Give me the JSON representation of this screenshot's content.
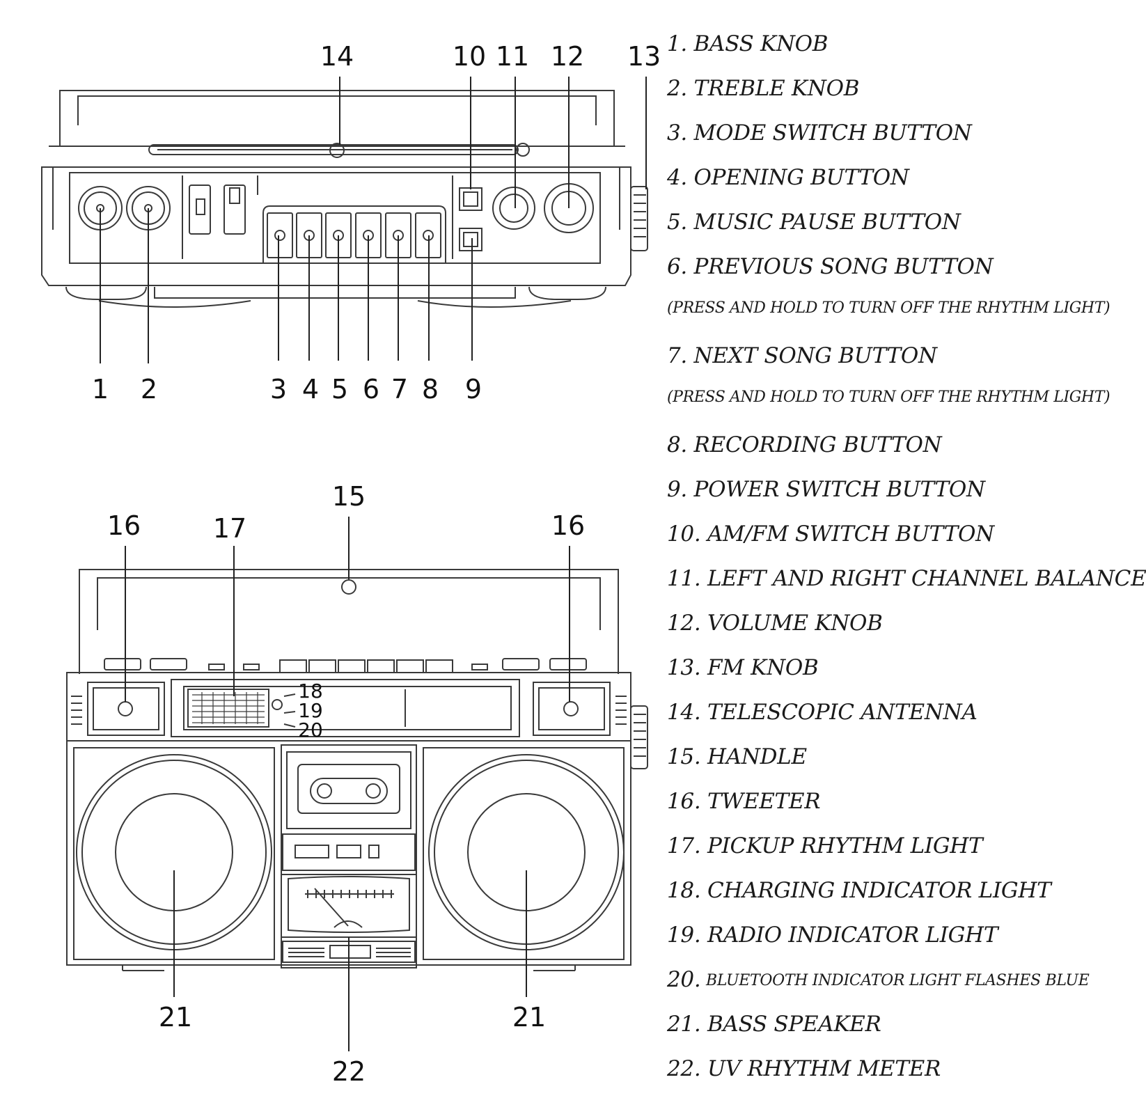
{
  "callouts": {
    "top": [
      "14",
      "10",
      "11",
      "12",
      "13",
      "1",
      "2",
      "3",
      "4",
      "5",
      "6",
      "7",
      "8",
      "9"
    ],
    "bottom": [
      "15",
      "16",
      "17",
      "16",
      "18",
      "19",
      "20",
      "21",
      "21",
      "22"
    ]
  },
  "legend": {
    "items": [
      "1. BASS KNOB",
      "2. TREBLE KNOB",
      "3. MODE SWITCH BUTTON",
      "4. OPENING BUTTON",
      "5. MUSIC PAUSE BUTTON",
      "6. PREVIOUS SONG BUTTON",
      "(PRESS AND HOLD TO TURN OFF THE RHYTHM LIGHT)",
      "7. NEXT SONG BUTTON",
      "(PRESS AND HOLD TO TURN OFF THE RHYTHM LIGHT)",
      "8. RECORDING BUTTON",
      "9. POWER SWITCH BUTTON",
      "10. AM/FM SWITCH BUTTON",
      "11. LEFT AND RIGHT CHANNEL BALANCE",
      "12. VOLUME KNOB",
      "13. FM KNOB",
      "14. TELESCOPIC ANTENNA",
      "15. HANDLE",
      "16. TWEETER",
      "17. PICKUP RHYTHM LIGHT",
      "18. CHARGING INDICATOR LIGHT",
      "19. RADIO INDICATOR LIGHT",
      "20.",
      "BLUETOOTH INDICATOR LIGHT FLASHES BLUE",
      "21. BASS SPEAKER",
      "22. UV RHYTHM METER"
    ]
  }
}
